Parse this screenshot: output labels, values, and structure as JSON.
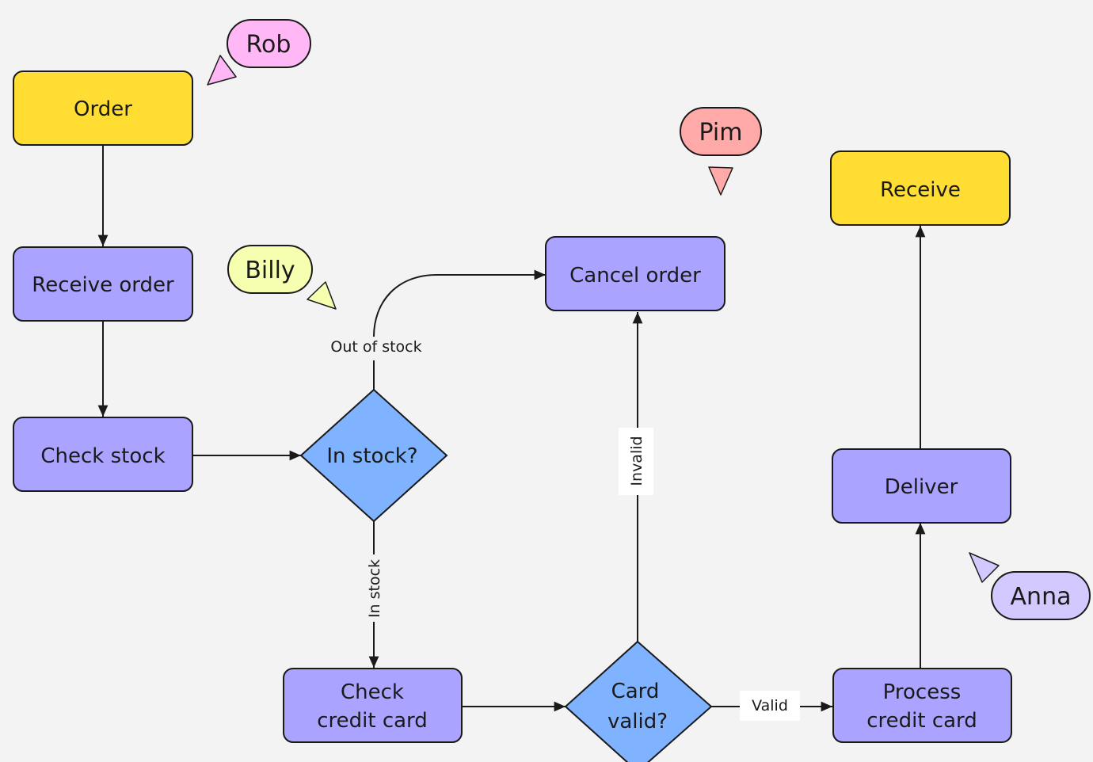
{
  "colors": {
    "background": "#f3f3f3",
    "start_end_fill": "#ffdd33",
    "process_fill": "#aaa3ff",
    "decision_fill": "#7fb2ff",
    "stroke": "#1a1a1a"
  },
  "nodes": {
    "order": {
      "label": "Order"
    },
    "receive_order": {
      "label": "Receive order"
    },
    "check_stock": {
      "label": "Check stock"
    },
    "in_stock_decision": {
      "label": "In stock?"
    },
    "cancel_order": {
      "label": "Cancel order"
    },
    "check_credit_card": {
      "line1": "Check",
      "line2": "credit card"
    },
    "card_valid_decision": {
      "line1": "Card",
      "line2": "valid?"
    },
    "process_credit_card": {
      "line1": "Process",
      "line2": "credit card"
    },
    "deliver": {
      "label": "Deliver"
    },
    "receive": {
      "label": "Receive"
    }
  },
  "edge_labels": {
    "out_of_stock": "Out of stock",
    "in_stock": "In stock",
    "invalid": "Invalid",
    "valid": "Valid"
  },
  "collaborators": {
    "rob": {
      "name": "Rob",
      "color": "#ffb8f5",
      "icon": "cursor-arrow-icon"
    },
    "pim": {
      "name": "Pim",
      "color": "#ffaaa8",
      "icon": "cursor-arrow-icon"
    },
    "billy": {
      "name": "Billy",
      "color": "#f6ffb0",
      "icon": "cursor-arrow-icon"
    },
    "anna": {
      "name": "Anna",
      "color": "#d3c9ff",
      "icon": "cursor-arrow-icon"
    }
  }
}
